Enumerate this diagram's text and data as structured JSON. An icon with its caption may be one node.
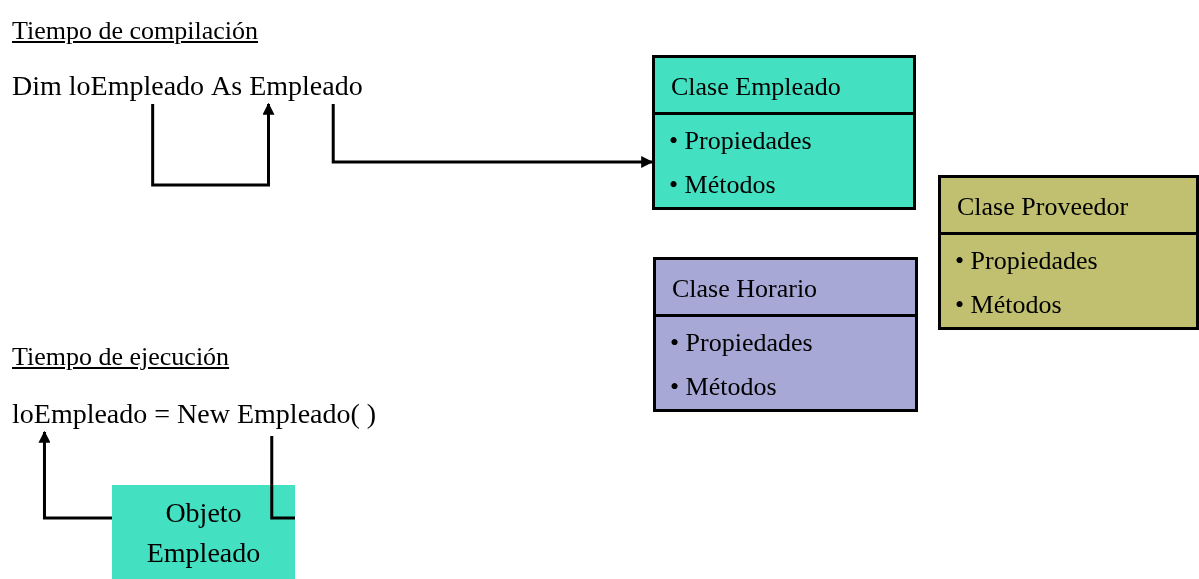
{
  "diagram": {
    "nodes": [
      {
        "text": [
          "loEmpleado"
        ]
      },
      {
        "text": [
          "Empleado"
        ]
      },
      {
        "text": [
          "Clase Empleado",
          "• Propiedades",
          "• Métodos"
        ]
      },
      {
        "text": [
          "Clase Proveedor",
          "• Propiedades",
          "• Métodos"
        ]
      },
      {
        "text": [
          "Clase Horario",
          "• Propiedades",
          "• Métodos"
        ]
      },
      {
        "text": [
          "loEmpleado"
        ]
      },
      {
        "text": [
          "Empleado( )"
        ]
      },
      {
        "text": [
          "Objeto Empleado"
        ]
      }
    ],
    "edges": [
      {
        "from": 0,
        "to": 1,
        "arrow": "to"
      },
      {
        "from": 1,
        "to": 2,
        "arrow": "to"
      },
      {
        "from": 7,
        "to": 5,
        "arrow": "to"
      },
      {
        "from": 6,
        "to": 7,
        "arrow": "none"
      }
    ],
    "labels": [
      "Tiempo de compilación",
      "Dim",
      "As",
      "Tiempo de ejecución",
      "= New"
    ]
  }
}
